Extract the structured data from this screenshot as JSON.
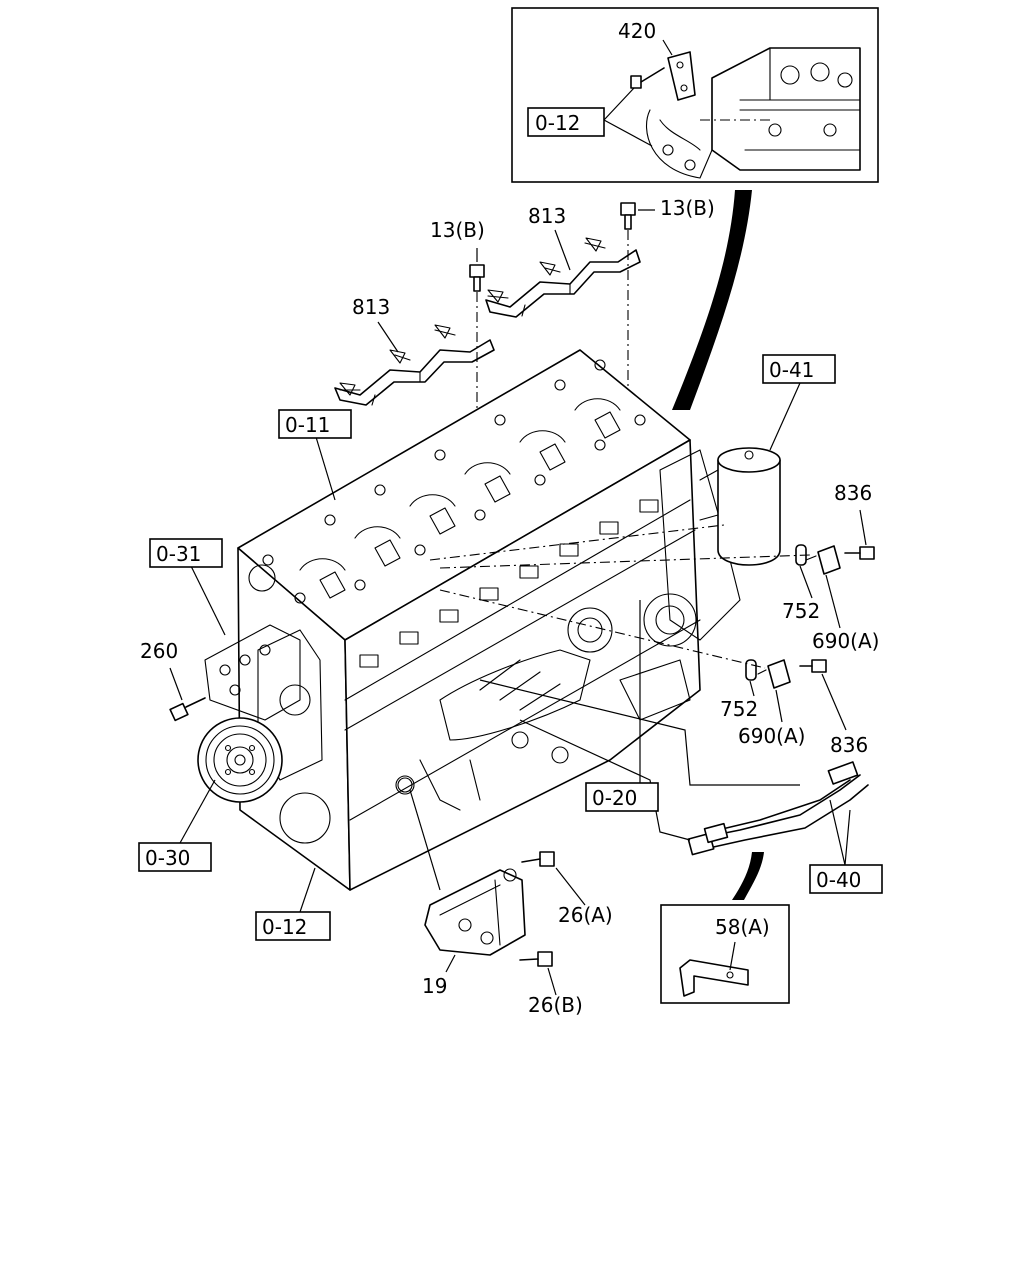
{
  "labels": {
    "l420": "420",
    "l0_12_top": "0-12",
    "l13b_1": "13(B)",
    "l813_1": "813",
    "l13b_2": "13(B)",
    "l813_2": "813",
    "l0_41": "0-41",
    "l0_11": "0-11",
    "l836_1": "836",
    "l0_31": "0-31",
    "l752_1": "752",
    "l690a_1": "690(A)",
    "l260": "260",
    "l752_2": "752",
    "l690a_2": "690(A)",
    "l836_2": "836",
    "l0_20": "0-20",
    "l0_30": "0-30",
    "l0_40": "0-40",
    "l26a": "26(A)",
    "l0_12_bottom": "0-12",
    "l58a": "58(A)",
    "l19": "19",
    "l26b": "26(B)"
  }
}
